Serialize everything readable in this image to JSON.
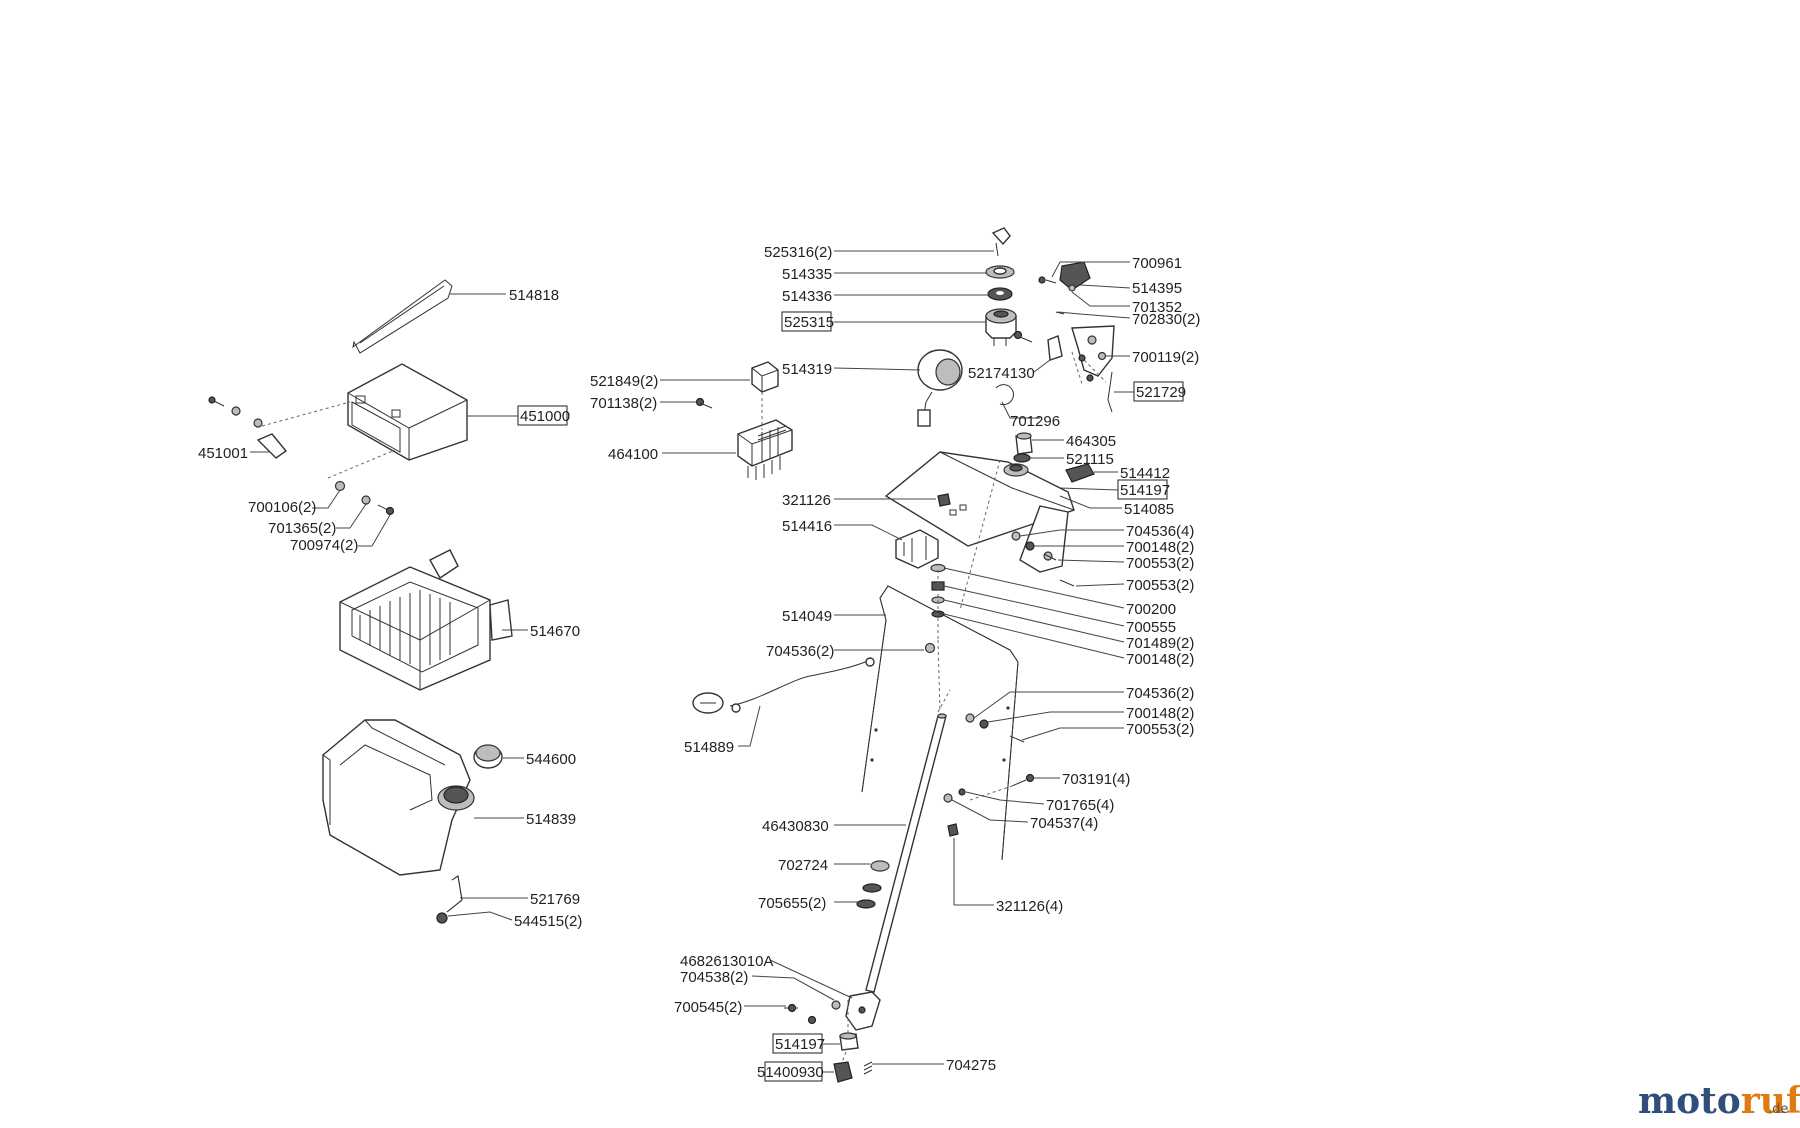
{
  "labels": {
    "p514818": "514818",
    "p451000": "451000",
    "p451001": "451001",
    "p700106": "700106(2)",
    "p701365": "701365(2)",
    "p700974": "700974(2)",
    "p514670": "514670",
    "p544600": "544600",
    "p514839": "514839",
    "p521769": "521769",
    "p544515": "544515(2)",
    "p525316": "525316(2)",
    "p514335": "514335",
    "p514336": "514336",
    "p525315": "525315",
    "p514319": "514319",
    "p521849": "521849(2)",
    "p701138": "701138(2)",
    "p464100": "464100",
    "p700961": "700961",
    "p514395": "514395",
    "p701352": "701352",
    "p702830": "702830(2)",
    "p700119": "700119(2)",
    "p52174130": "52174130",
    "p521729": "521729",
    "p701296": "701296",
    "p464305": "464305",
    "p521115": "521115",
    "p514412": "514412",
    "p514197a": "514197",
    "p514085": "514085",
    "p321126": "321126",
    "p514416": "514416",
    "p704536_4": "704536(4)",
    "p700148_2a": "700148(2)",
    "p700553_2a": "700553(2)",
    "p700553_2b": "700553(2)",
    "p700200": "700200",
    "p514049": "514049",
    "p700555": "700555",
    "p701489": "701489(2)",
    "p700148_2b": "700148(2)",
    "p704536_2a": "704536(2)",
    "p704536_2b": "704536(2)",
    "p700148_2c": "700148(2)",
    "p700553_2c": "700553(2)",
    "p514889": "514889",
    "p703191": "703191(4)",
    "p701765": "701765(4)",
    "p704537": "704537(4)",
    "p46430830": "46430830",
    "p702724": "702724",
    "p705655": "705655(2)",
    "p321126_4": "321126(4)",
    "p4682613010A": "4682613010A",
    "p704538": "704538(2)",
    "p700545": "700545(2)",
    "p514197b": "514197",
    "p51400930": "51400930",
    "p704275": "704275"
  },
  "brand": {
    "name_1": "moto",
    "name_2": "ruf",
    "tld": ".de",
    "color_dark": "#2f4f7a",
    "color_accent": "#e07b12"
  }
}
